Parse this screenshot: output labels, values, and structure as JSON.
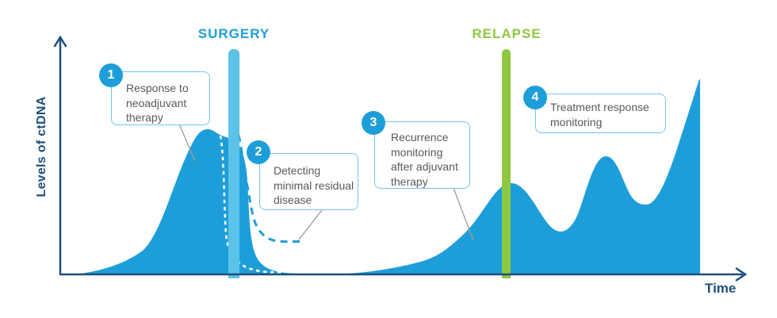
{
  "colors": {
    "mainBlue": "#1E9ED9",
    "lightBlue": "#5BC2E8",
    "green": "#8FC740",
    "navy": "#1F4E7C",
    "textGray": "#58595B",
    "boxBorder": "#6EC6EC",
    "connectorGray": "#9B9B9B"
  },
  "axes": {
    "y_label": "Levels of ctDNA",
    "x_label": "Time"
  },
  "events": [
    {
      "id": "surgery",
      "label": "SURGERY"
    },
    {
      "id": "relapse",
      "label": "RELAPSE"
    }
  ],
  "callouts": [
    {
      "number": "1",
      "text": "Response to\nneoadjuvant\ntherapy"
    },
    {
      "number": "2",
      "text": "Detecting\nminimal residual\ndisease"
    },
    {
      "number": "3",
      "text": "Recurrence\nmonitoring\nafter adjuvant\ntherapy"
    },
    {
      "number": "4",
      "text": "Treatment response\nmonitoring"
    }
  ],
  "curve": {
    "type": "area",
    "description": "ctDNA level over time: large peak before surgery, sharp drop at surgery, dashed low-level curves after surgery (minimal residual disease), gradual rise to a peak at relapse, then oscillating rising peaks during treatment response monitoring"
  }
}
